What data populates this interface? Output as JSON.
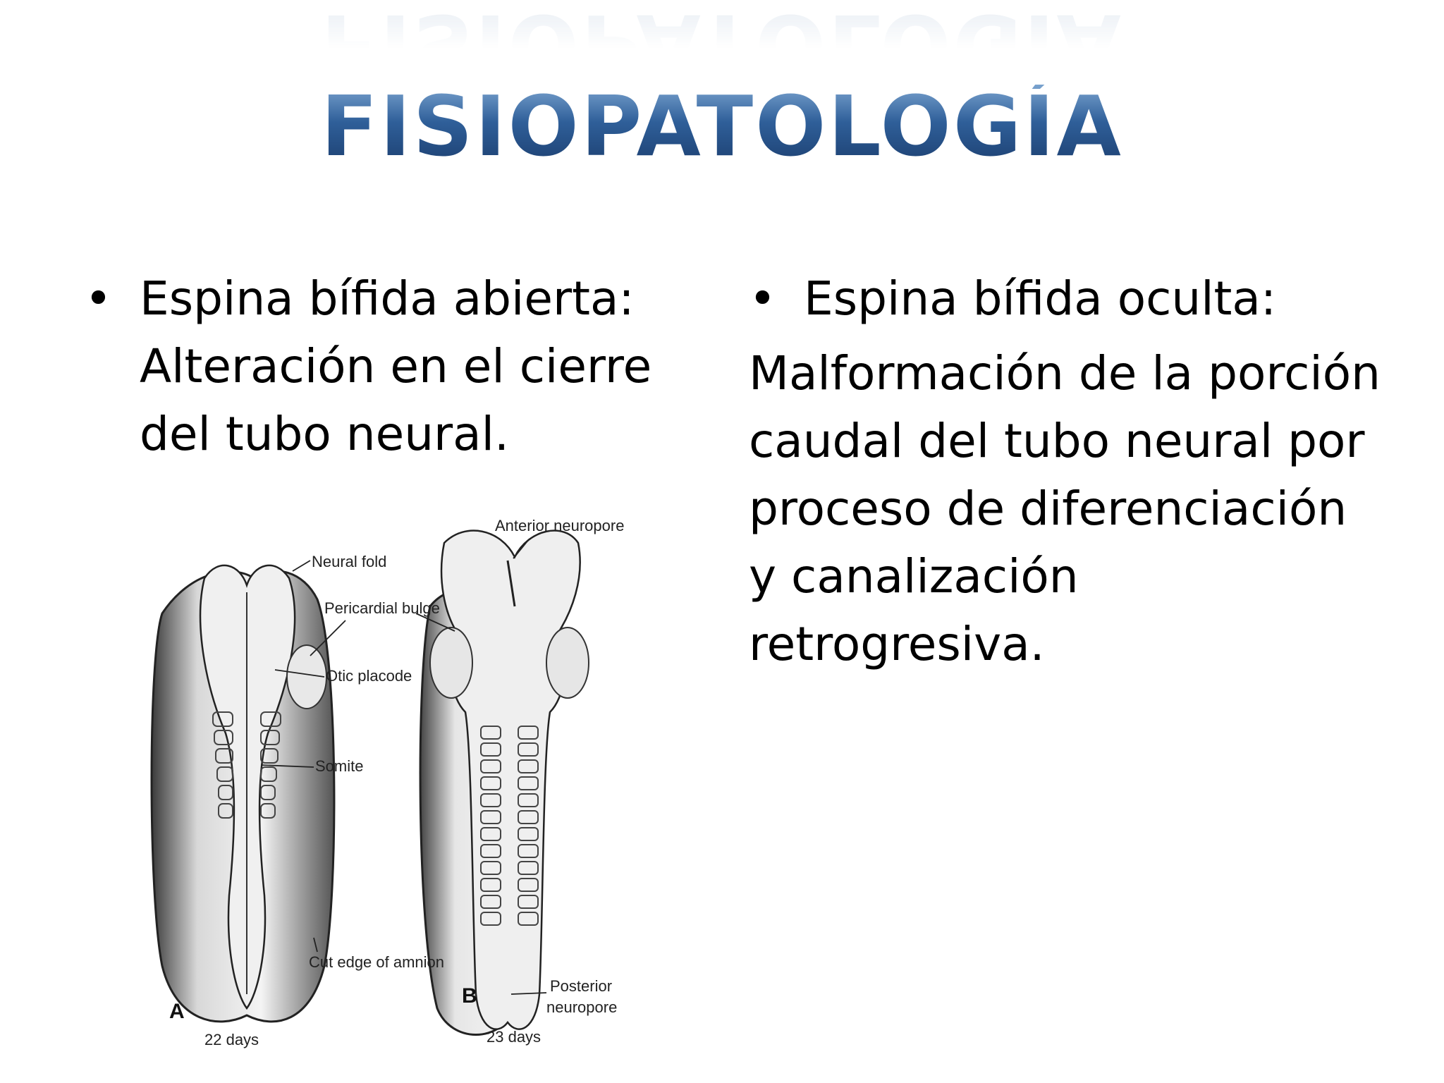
{
  "slide": {
    "title": "FISIOPATOLOGÍA",
    "left": {
      "bullet": "•",
      "text": "Espina bífida abierta: Alteración en el cierre del tubo neural."
    },
    "right": {
      "bullet": "•",
      "heading": "Espina bífida oculta:",
      "body": "Malformación de la porción caudal del tubo neural por proceso de diferenciación y canalización  retrogresiva."
    },
    "figure": {
      "labels": {
        "anterior_neuropore": "Anterior neuropore",
        "neural_fold": "Neural fold",
        "pericardial_bulge": "Pericardial bulge",
        "otic_placode": "Otic placode",
        "somite": "Somite",
        "cut_edge": "Cut edge of amnion",
        "posterior_neuropore_1": "Posterior",
        "posterior_neuropore_2": "neuropore",
        "panel_a": "A",
        "panel_b": "B",
        "days_a": "22 days",
        "days_b": "23 days"
      }
    }
  }
}
